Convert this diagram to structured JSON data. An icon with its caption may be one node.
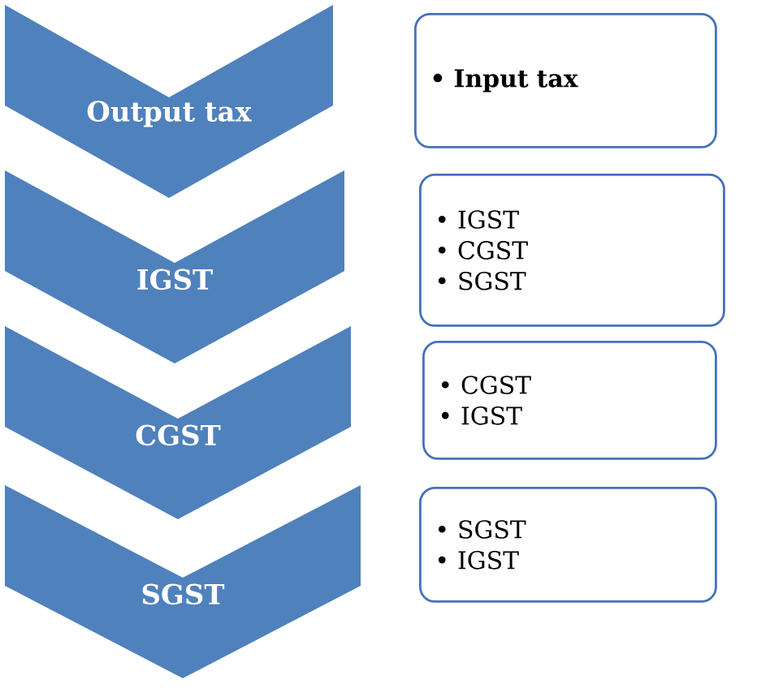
{
  "diagram": {
    "nodes": [
      {
        "text": [
          "Output tax"
        ]
      },
      {
        "text": [
          "IGST"
        ]
      },
      {
        "text": [
          "CGST"
        ]
      },
      {
        "text": [
          "SGST"
        ]
      },
      {
        "text": [
          "• Input tax"
        ]
      },
      {
        "text": [
          "• IGST",
          "• CGST",
          "• SGST"
        ]
      },
      {
        "text": [
          "• CGST",
          "• IGST"
        ]
      },
      {
        "text": [
          "• SGST",
          "• IGST"
        ]
      }
    ]
  }
}
